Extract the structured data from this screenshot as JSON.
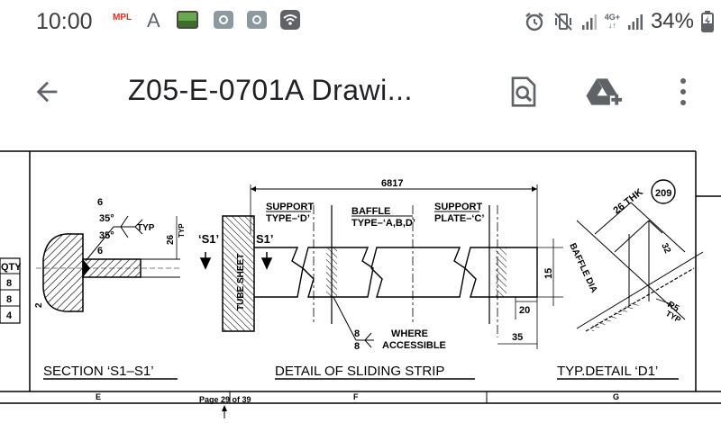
{
  "status_bar": {
    "time": "10:00",
    "brand_icon_text": "MPL",
    "letter_icon": "A",
    "network_label_top": "4G+",
    "network_label_bottom": "↓↑",
    "battery_percent": "34%",
    "icons": [
      "mpl-logo-icon",
      "a-letter-icon",
      "picture-icon",
      "camera-icon",
      "camera-icon",
      "wifi-app-icon",
      "alarm-icon",
      "vibrate-mute-icon",
      "signal-icon",
      "signal-icon",
      "battery-charging-icon"
    ]
  },
  "app_bar": {
    "title": "Z05-E-0701A Drawi...",
    "icons": [
      "back-arrow-icon",
      "search-document-icon",
      "drive-add-icon",
      "more-vertical-icon"
    ]
  },
  "drawing": {
    "table": {
      "header": "QTY",
      "rows": [
        "8",
        "8",
        "4"
      ]
    },
    "section": {
      "title": "SECTION ‘S1–S1’",
      "weld_top": "6",
      "weld_angle_1": "35°",
      "weld_angle_2": "35°",
      "weld_bottom": "6",
      "weld_note": "TYP",
      "dim_26": "26",
      "dim_typ": "TYP",
      "dim_2": "2"
    },
    "sliding_strip": {
      "title": "DETAIL OF SLIDING STRIP",
      "overall_dim": "6817",
      "label_support_d_1": "SUPPORT",
      "label_support_d_2": "TYPE–‘D’",
      "label_baffle_1": "BAFFLE",
      "label_baffle_2": "TYPE–‘A,B,D’",
      "label_support_c_1": "SUPPORT",
      "label_support_c_2": "PLATE–‘C’",
      "section_left": "‘S1’",
      "section_right": "S1’",
      "tube_sheet": "TUBE SHEET",
      "weld_8a": "8",
      "weld_8b": "8",
      "where_1": "WHERE",
      "where_2": "ACCESSIBLE",
      "dim_15": "15",
      "dim_20": "20",
      "dim_35": "35"
    },
    "detail_d1": {
      "title": "TYP.DETAIL ‘D1’",
      "thk": "26 THK",
      "item_no": "209",
      "baffle_dia": "BAFFLE DIA",
      "dim_32": "32",
      "r5": "R5",
      "typ": "TYP"
    },
    "footer": {
      "zone_e": "E",
      "zone_f": "F",
      "zone_g": "G",
      "page_indicator": "Page 29 of 39"
    }
  }
}
